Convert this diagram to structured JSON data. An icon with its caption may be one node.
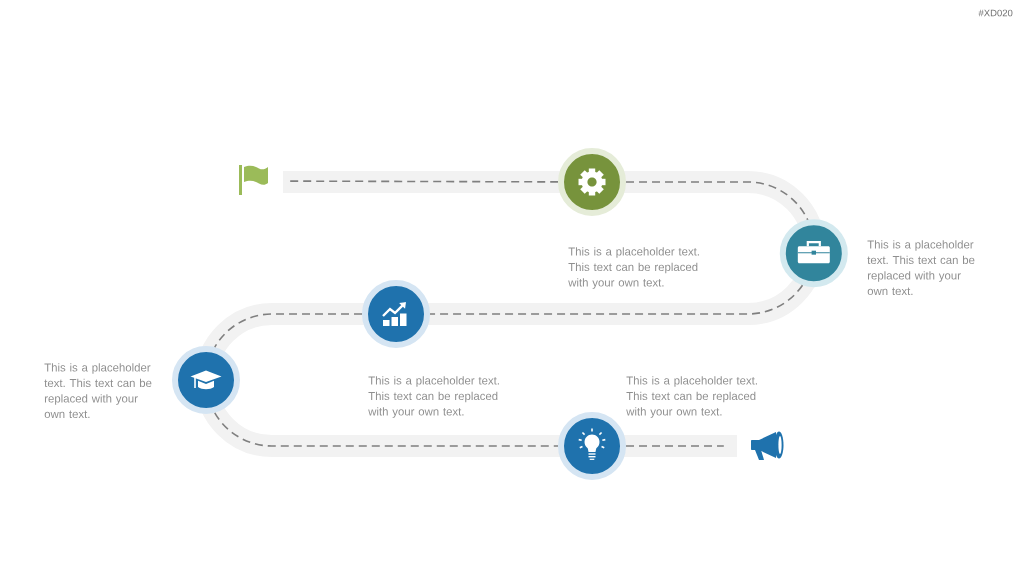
{
  "diagram": {
    "nodes": [
      {
        "text": [],
        "shape": "flag"
      },
      {
        "text": [],
        "shape": "circle",
        "beside": [
          "This is a placeholder text. This text can be replaced with your own text."
        ]
      },
      {
        "text": [],
        "shape": "circle",
        "beside": [
          "This is a placeholder text. This text can be replaced with your own text."
        ]
      },
      {
        "text": [],
        "shape": "circle",
        "beside": [
          "This is a placeholder text. This text can be replaced with your own text."
        ]
      },
      {
        "text": [],
        "shape": "circle",
        "beside": [
          "This is a placeholder text. This text can be replaced with your own text."
        ]
      },
      {
        "text": [],
        "shape": "circle",
        "beside": [
          "This is a placeholder text. This text can be replaced with your own text."
        ]
      },
      {
        "text": [],
        "shape": "picture"
      }
    ],
    "edges": [
      {
        "from": 0,
        "to": 1,
        "arrow": "none",
        "style": "dashed"
      },
      {
        "from": 1,
        "to": 2,
        "arrow": "none",
        "style": "dashed"
      },
      {
        "from": 2,
        "to": 3,
        "arrow": "none",
        "style": "dashed"
      },
      {
        "from": 3,
        "to": 4,
        "arrow": "none",
        "style": "dashed"
      },
      {
        "from": 4,
        "to": 5,
        "arrow": "none",
        "style": "dashed"
      },
      {
        "from": 5,
        "to": 6,
        "arrow": "none",
        "style": "dashed"
      }
    ],
    "labels": [
      "#XD020"
    ]
  }
}
